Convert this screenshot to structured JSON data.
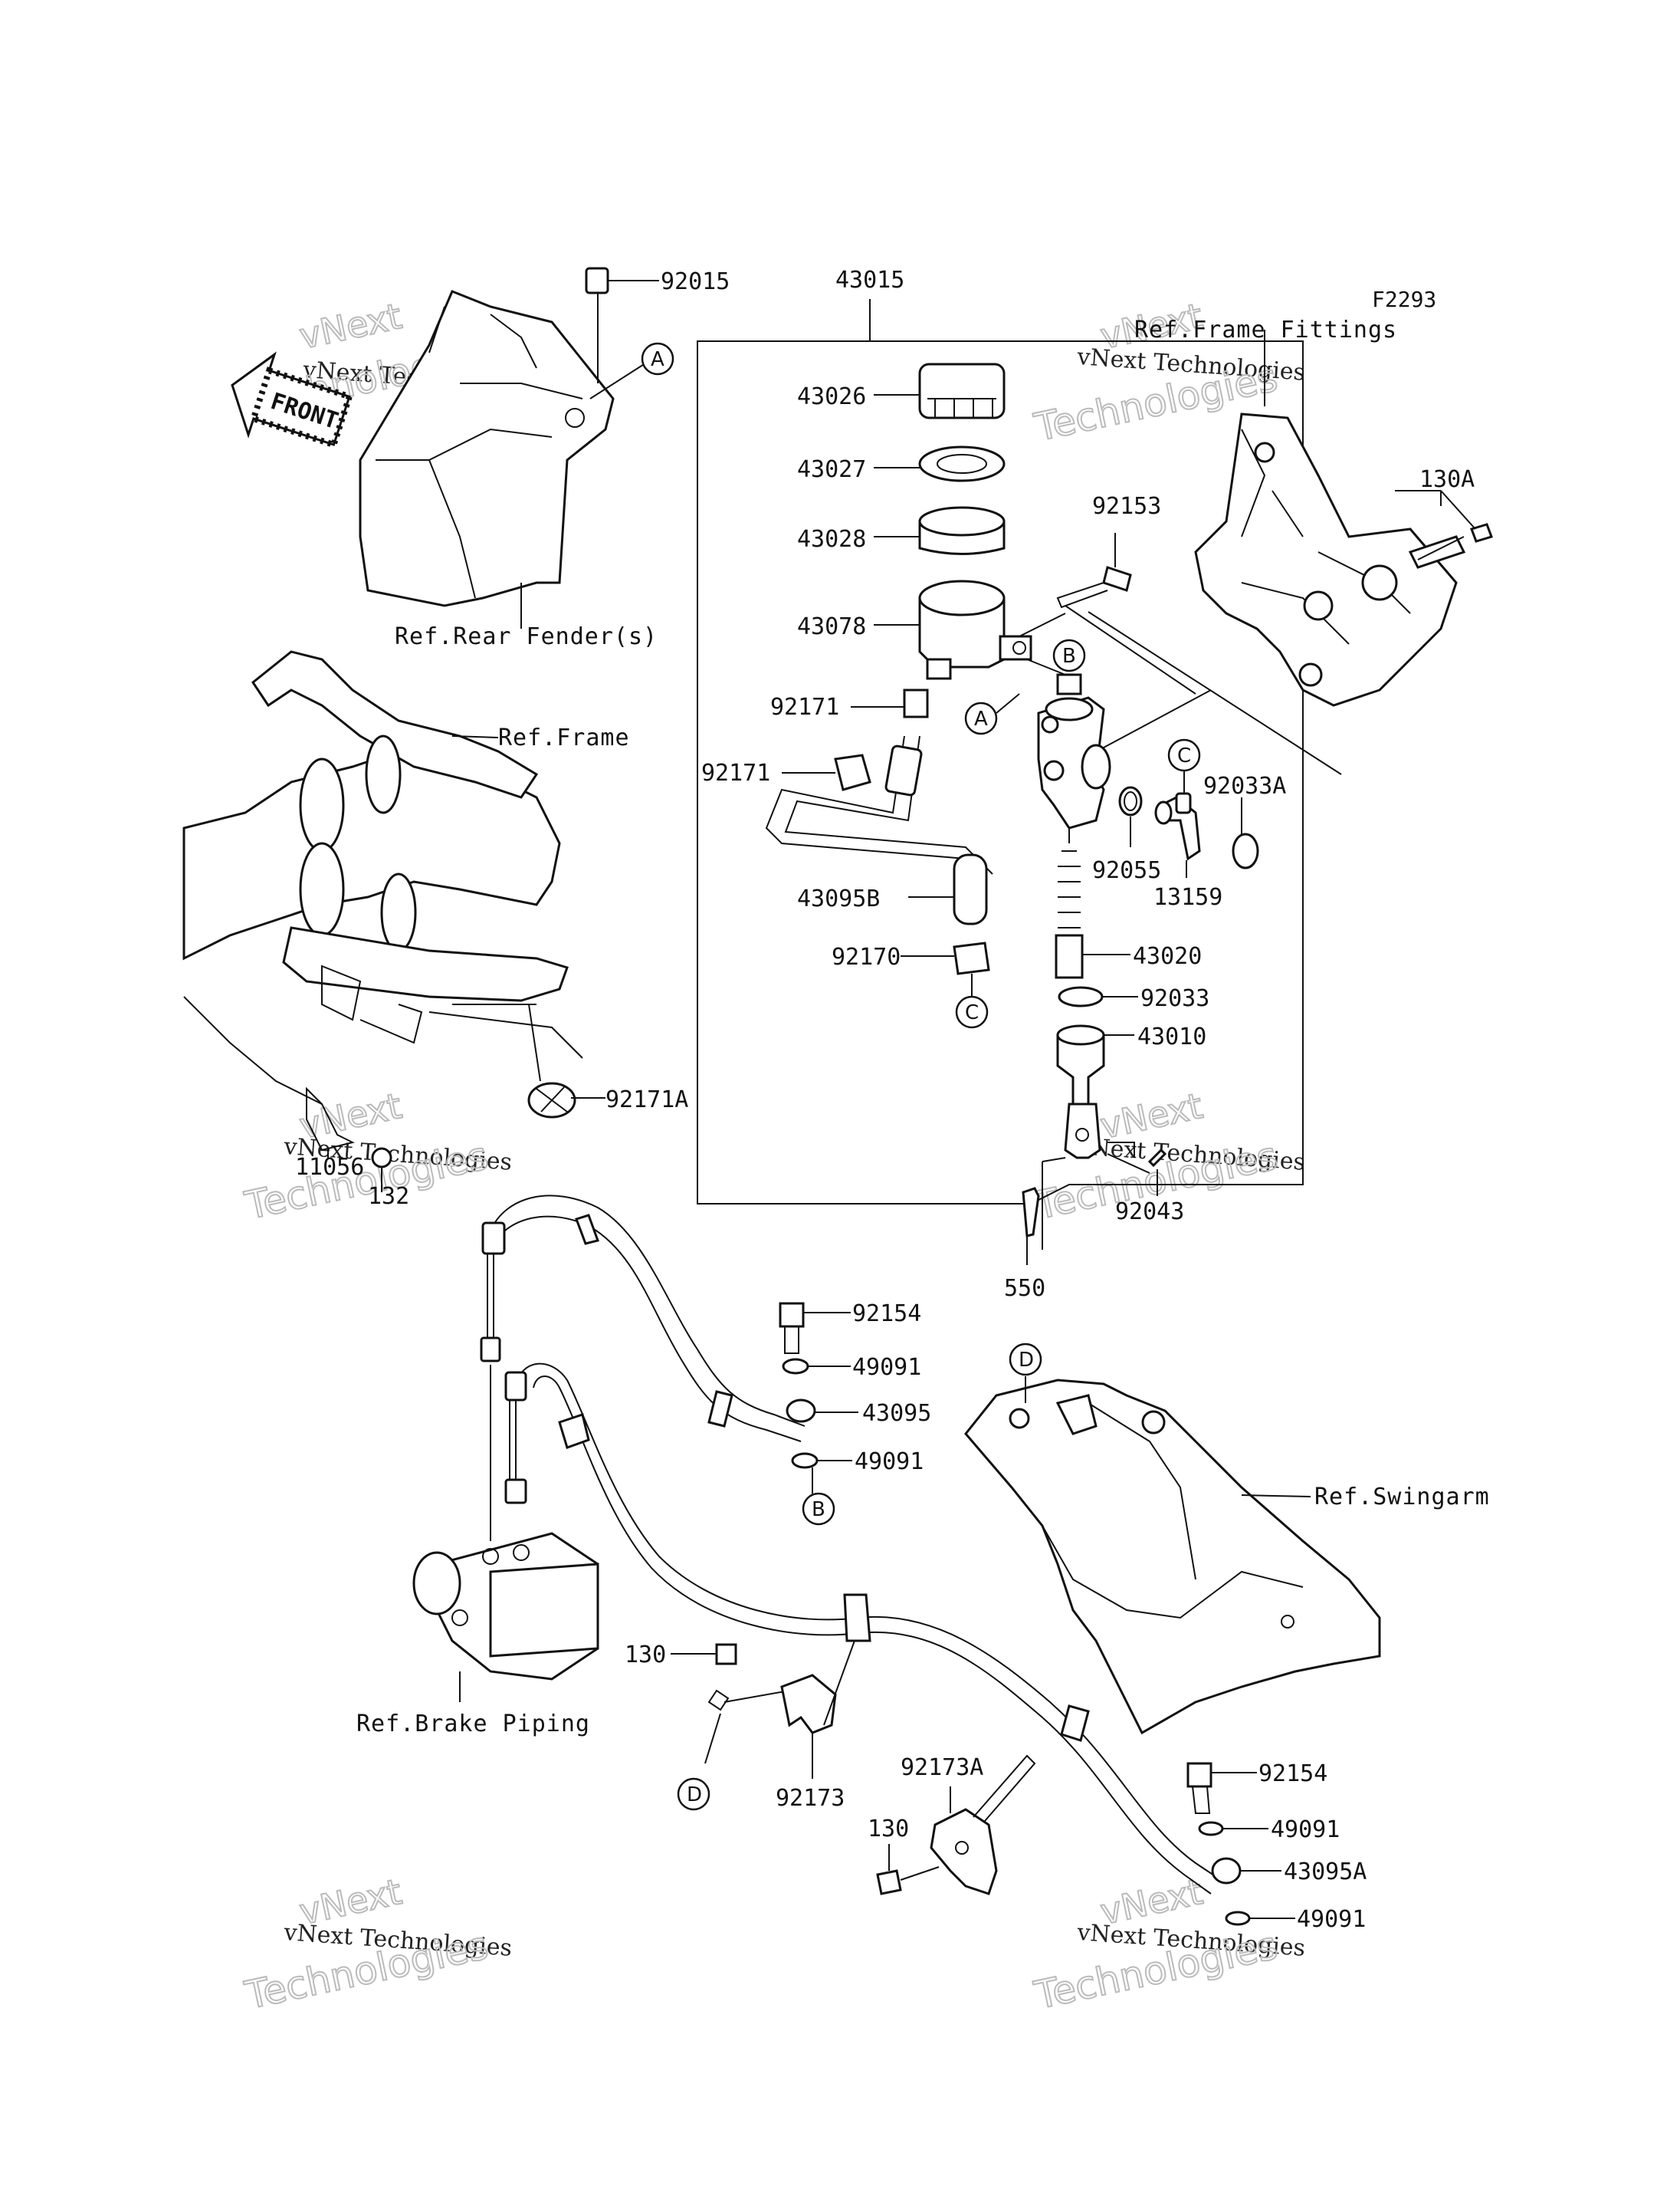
{
  "diagram_code": "F2293",
  "assembly_label": "43015",
  "front_label": "FRONT",
  "references": {
    "rear_fender": "Ref.Rear Fender(s)",
    "frame": "Ref.Frame",
    "frame_fittings": "Ref.Frame Fittings",
    "swingarm": "Ref.Swingarm",
    "brake_piping": "Ref.Brake Piping"
  },
  "parts": [
    "92015",
    "43026",
    "43027",
    "43028",
    "43078",
    "92171",
    "92171",
    "92153",
    "130A",
    "92055",
    "13159",
    "92033A",
    "43095B",
    "92170",
    "43020",
    "92033",
    "43010",
    "92043",
    "550",
    "92171A",
    "11056",
    "132",
    "92154",
    "49091",
    "43095",
    "49091",
    "130",
    "92173",
    "92173A",
    "130",
    "92154",
    "49091",
    "43095A",
    "49091"
  ],
  "callouts": [
    "A",
    "A",
    "B",
    "B",
    "C",
    "C",
    "D",
    "D"
  ],
  "watermarks": {
    "line1": "vNext",
    "line2": "vNext Technologies",
    "line3": "Technologies"
  }
}
